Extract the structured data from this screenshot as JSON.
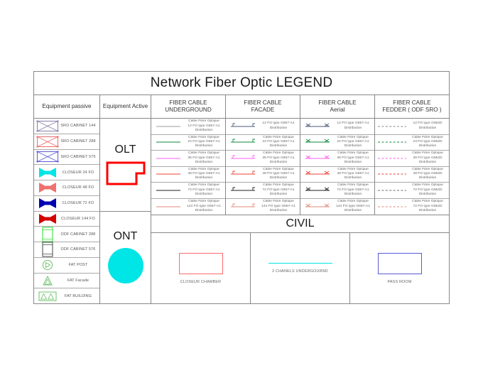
{
  "title": "Network Fiber Optic LEGEND",
  "columns": {
    "passive": "Equipment passive",
    "active": "Equipment Active",
    "underground": {
      "line1": "FIBER CABLE",
      "line2": "UNDERGROUND"
    },
    "facade": {
      "line1": "FIBER CABLE",
      "line2": "FACADE"
    },
    "aerial": {
      "line1": "FIBER CABLE",
      "line2": "Aerial"
    },
    "fedder": {
      "line1": "FIBER CABLE",
      "line2": "FEDDER ( ODF SRO )"
    }
  },
  "passive_items": [
    {
      "label": "SRO CABINET 144",
      "icon": "cabinet-x-icon",
      "color": "#8a7fa8"
    },
    {
      "label": "SRO CABINET 288",
      "icon": "cabinet-x-icon",
      "color": "#f06a6a"
    },
    {
      "label": "SRO CABINET 576",
      "icon": "cabinet-x-icon",
      "color": "#5a5ad8"
    },
    {
      "label": "CLOSEUR 24 FO",
      "icon": "closure-bowtie-icon",
      "color": "#00e5e5"
    },
    {
      "label": "CLOSEUR 48 FO",
      "icon": "closure-bowtie-icon",
      "color": "#f07070"
    },
    {
      "label": "CLOSEUR 72 FO",
      "icon": "closure-bowtie-icon",
      "color": "#0000b4"
    },
    {
      "label": "CLOSEUR 144 FO",
      "icon": "closure-bowtie-icon",
      "color": "#d40000"
    },
    {
      "label": "ODF CABINET 288",
      "icon": "odf-cabinet-icon",
      "color": "#3ce03c"
    },
    {
      "label": "ODF CABINET 576",
      "icon": "odf-cabinet-icon",
      "color": "#555555"
    },
    {
      "label": "FAT POST",
      "icon": "fat-post-icon",
      "color": "#6ac46a"
    },
    {
      "label": "FAT  Facade",
      "icon": "fat-facade-icon",
      "color": "#6ac46a"
    },
    {
      "label": "FAT  BUILDING",
      "icon": "fat-building-icon",
      "color": "#6ac46a"
    }
  ],
  "active_items": [
    {
      "label": "OLT",
      "icon": "olt-notched-rect-icon",
      "color": "#ff0000"
    },
    {
      "label": "ONT",
      "icon": "ont-circle-icon",
      "color": "#00e5e5"
    }
  ],
  "cable_rows": {
    "underground": [
      {
        "line1": "Câble Fibre Optique",
        "line2": "12 FO type G657-A1",
        "line3": "Distribution",
        "color": "#9b9b9b",
        "style": "solid"
      },
      {
        "line1": "Câble Fibre Optique",
        "line2": "24 FO type G657-A1",
        "line3": "Distribution",
        "color": "#0a8a3c",
        "style": "solid"
      },
      {
        "line1": "Câble Fibre Optique",
        "line2": "36 FO type G657-A1",
        "line3": "Distribution",
        "color": "#ff5ef0",
        "style": "solid"
      },
      {
        "line1": "Câble Fibre Optique",
        "line2": "48 FO type G657-A1",
        "line3": "Distribution",
        "color": "#ef4035",
        "style": "solid"
      },
      {
        "line1": "Câble Fibre Optique",
        "line2": "72 FO type G657-A1",
        "line3": "Distribution",
        "color": "#222222",
        "style": "solid"
      },
      {
        "line1": "Câble Fibre Optique",
        "line2": "144 FO type G657-A1",
        "line3": "Distribution",
        "color": "#e28a7a",
        "style": "solid"
      }
    ],
    "facade": [
      {
        "line1": "",
        "line2": "12 FO type G657-A1",
        "line3": "Distribution",
        "color": "#4a5a78",
        "style": "hooked"
      },
      {
        "line1": "Câble Fibre Optique",
        "line2": "24 FO type G657-A1",
        "line3": "Distribution",
        "color": "#0a8a3c",
        "style": "hooked"
      },
      {
        "line1": "Câble Fibre Optique",
        "line2": "36 FO type G657-A1",
        "line3": "Distribution",
        "color": "#ff5ef0",
        "style": "hooked"
      },
      {
        "line1": "Câble Fibre Optique",
        "line2": "48 FO type G657-A1",
        "line3": "Distribution",
        "color": "#ef4035",
        "style": "hooked"
      },
      {
        "line1": "Câble Fibre Optique",
        "line2": "72 FO type G657-A1",
        "line3": "Distribution",
        "color": "#222222",
        "style": "hooked"
      },
      {
        "line1": "Câble Fibre Optique",
        "line2": "144 FO type G657-A1",
        "line3": "Distribution",
        "color": "#e28a7a",
        "style": "hooked"
      }
    ],
    "aerial": [
      {
        "line1": "",
        "line2": "12 FO type G657-A1",
        "line3": "Distribution",
        "color": "#4a5a78",
        "style": "poled"
      },
      {
        "line1": "Câble Fibre Optique",
        "line2": "24 FO type G657-A1",
        "line3": "Distribution",
        "color": "#0a8a3c",
        "style": "poled"
      },
      {
        "line1": "Câble Fibre Optique",
        "line2": "36 FO type G657-A1",
        "line3": "Distribution",
        "color": "#ff5ef0",
        "style": "poled"
      },
      {
        "line1": "Câble Fibre Optique",
        "line2": "48 FO type G657-A1",
        "line3": "Distribution",
        "color": "#ef4035",
        "style": "poled"
      },
      {
        "line1": "Câble Fibre Optique",
        "line2": "72 FO type G657-A1",
        "line3": "Distribution",
        "color": "#222222",
        "style": "poled"
      },
      {
        "line1": "Câble Fibre Optique",
        "line2": "144 FO type G657-A1",
        "line3": "Distribution",
        "color": "#e28a7a",
        "style": "poled"
      }
    ],
    "fedder": [
      {
        "line1": "",
        "line2": "12 FO type G652D",
        "line3": "Distribution",
        "color": "#8a8a8a",
        "style": "dashed"
      },
      {
        "line1": "Câble Fibre Optique",
        "line2": "24 FO type G652D",
        "line3": "Distribution",
        "color": "#0a8a3c",
        "style": "dashed"
      },
      {
        "line1": "Câble Fibre Optique",
        "line2": "36 FO type G652D",
        "line3": "Distribution",
        "color": "#ff5ef0",
        "style": "dashed"
      },
      {
        "line1": "Câble Fibre Optique",
        "line2": "48 FO type G652D",
        "line3": "Distribution",
        "color": "#ef4035",
        "style": "dashed"
      },
      {
        "line1": "Câble Fibre Optique",
        "line2": "72 FO type G652D",
        "line3": "Distribution",
        "color": "#6a6a6a",
        "style": "dashed"
      },
      {
        "line1": "Câble Fibre Optique",
        "line2": "72 FO type G652D",
        "line3": "Distribution",
        "color": "#e28a7a",
        "style": "dashed"
      }
    ]
  },
  "civil": {
    "heading": "CIVIL",
    "items": [
      {
        "label": "CLOSEUR CHAMBER",
        "icon": "rect-outline-icon",
        "color": "#ff6a6a"
      },
      {
        "label": "2 CHANELS UNDERGOURND",
        "icon": "line-icon",
        "color": "#00e5e5"
      },
      {
        "label": "PASS ROOM",
        "icon": "rect-outline-icon",
        "color": "#5a5ad8"
      }
    ]
  }
}
